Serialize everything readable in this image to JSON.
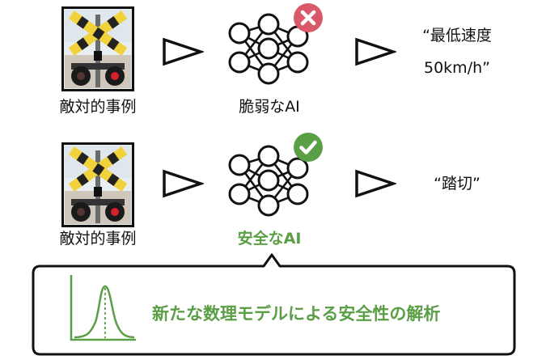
{
  "row1": {
    "input_label": "敵対的事例",
    "model_label": "脆弱なAI",
    "status_icon": "x-icon",
    "output_line1": "“最低速度",
    "output_line2": "50km/h”"
  },
  "row2": {
    "input_label": "敵対的事例",
    "model_label": "安全なAI",
    "status_icon": "check-icon",
    "output_line1": "“踏切”"
  },
  "callout": {
    "text": "新たな数理モデルによる安全性の解析",
    "icon": "distribution-curve-icon"
  },
  "colors": {
    "fail": "#d9596a",
    "pass": "#5a9e45",
    "stroke": "#111111"
  }
}
